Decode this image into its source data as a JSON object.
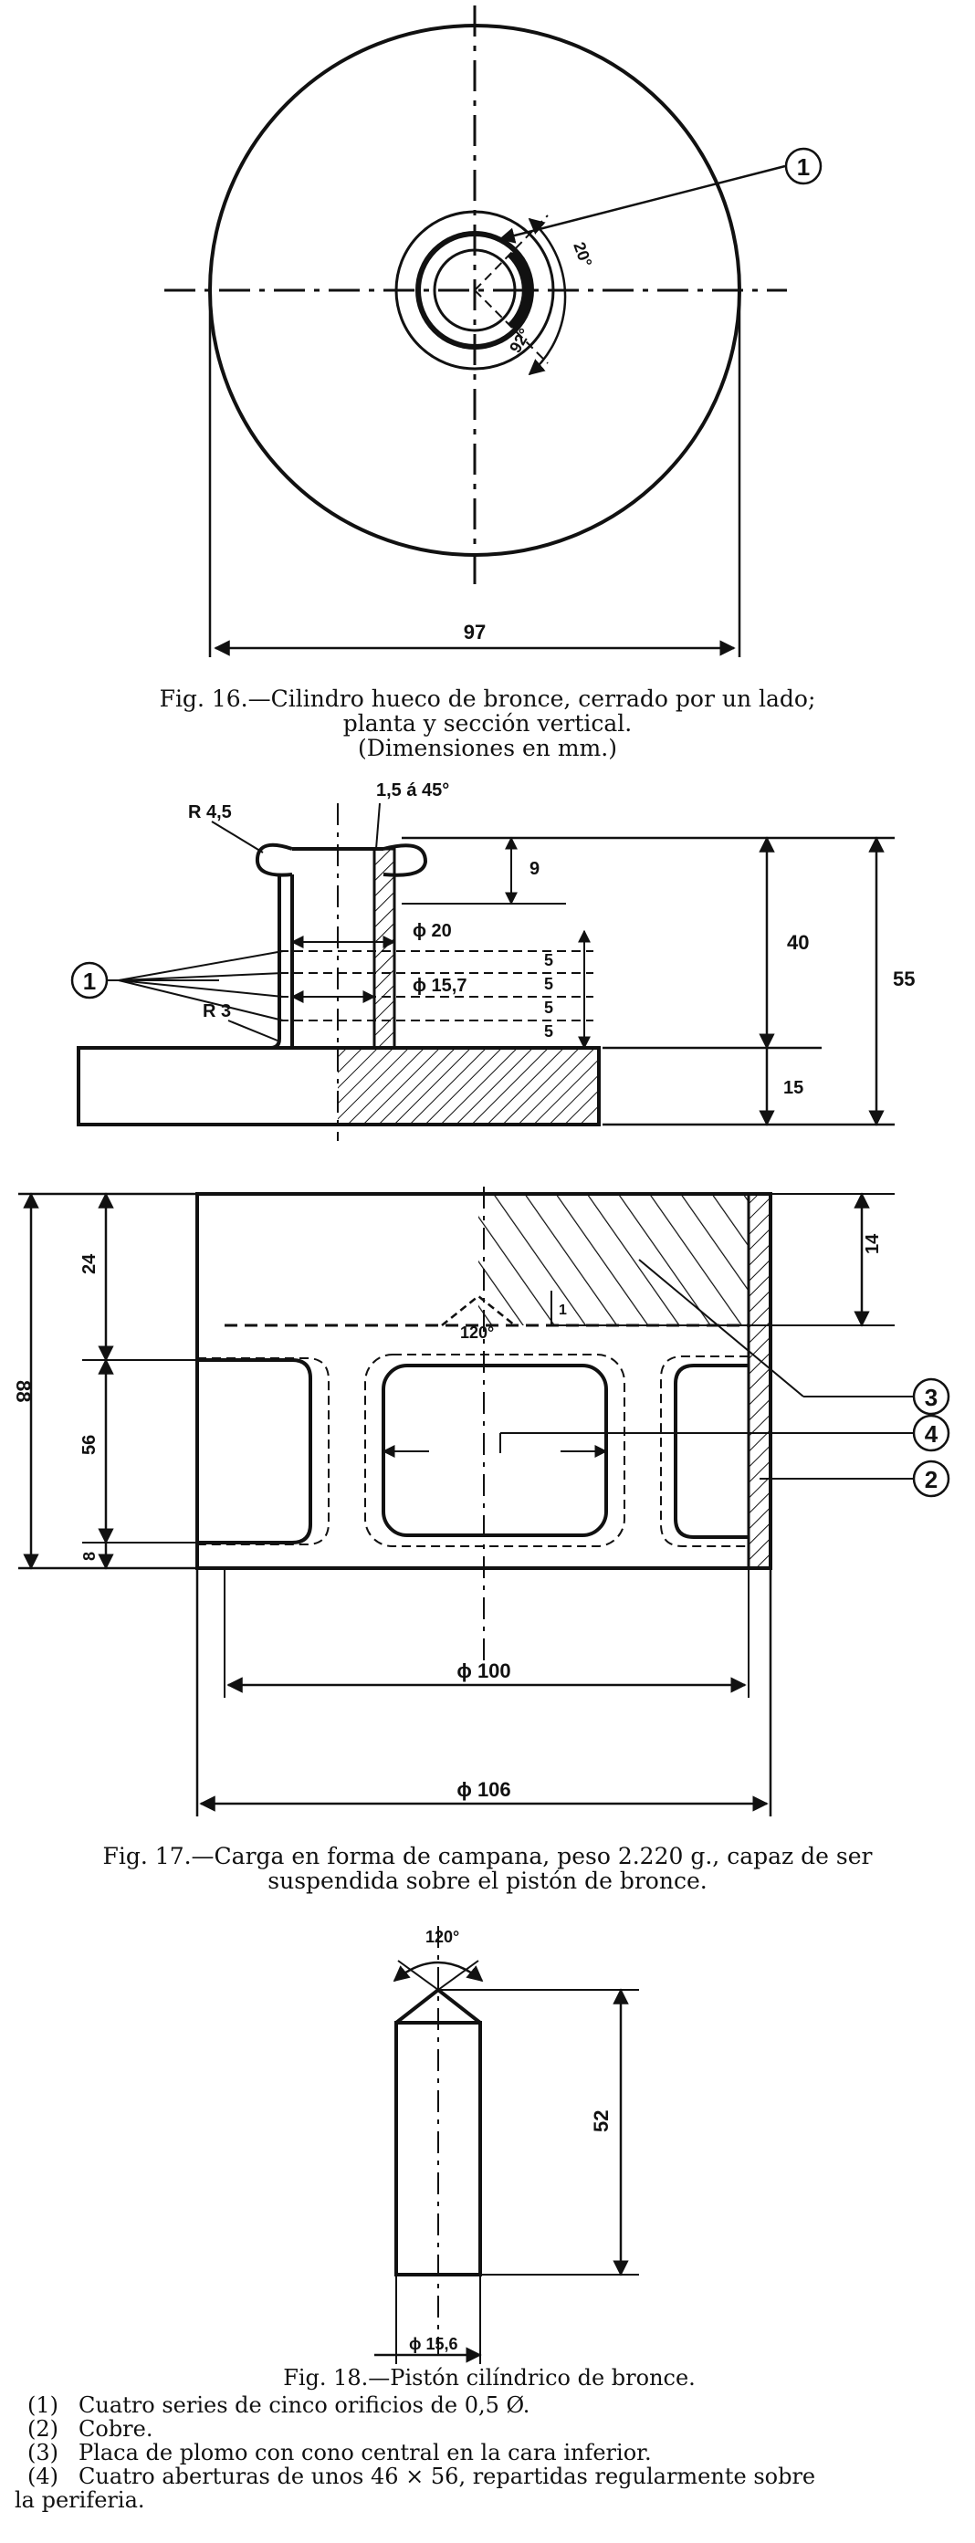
{
  "fig16": {
    "caption": [
      "Fig. 16.—Cilindro hueco de bronce, cerrado por un lado;",
      "planta y sección vertical.",
      "(Dimensiones en mm.)"
    ],
    "dims": {
      "width": "97",
      "angle_a": "20°",
      "angle_b": "92°"
    },
    "callout": "1"
  },
  "fig17_top": {
    "radius_top": "R 4,5",
    "chamfer": "1,5 á 45°",
    "radius_bottom": "R 3",
    "dia_a": "ϕ 20",
    "dia_b": "ϕ 15,7",
    "dim_9": "9",
    "dim_40": "40",
    "dim_55": "55",
    "dim_15": "15",
    "dim_5s": [
      "5",
      "5",
      "5",
      "5"
    ],
    "callout": "1"
  },
  "fig17": {
    "caption": [
      "Fig. 17.—Carga en forma de campana, peso 2.220 g., capaz de ser",
      "suspendida sobre el pistón de bronce."
    ],
    "dims": {
      "total_height": "88",
      "top": "24",
      "middle": "56",
      "bottom": "8",
      "inner_dia": "ϕ 100",
      "outer_dia": "ϕ 106",
      "lead_height": "14",
      "cone_angle": "120°",
      "cone_depth": "1"
    },
    "callouts": [
      "3",
      "4",
      "2"
    ]
  },
  "fig18": {
    "caption": "Fig. 18.—Pistón cilíndrico de bronce.",
    "dims": {
      "angle": "120°",
      "length": "52",
      "dia": "ϕ 15,6"
    }
  },
  "legend": [
    {
      "num": "(1)",
      "text": "Cuatro series de cinco orificios de 0,5 Ø."
    },
    {
      "num": "(2)",
      "text": "Cobre."
    },
    {
      "num": "(3)",
      "text": "Placa de plomo con cono central en la cara inferior."
    },
    {
      "num": "(4)",
      "text": "Cuatro aberturas de unos 46 × 56, repartidas regularmente sobre"
    },
    {
      "num": "",
      "text": "la periferia."
    }
  ]
}
